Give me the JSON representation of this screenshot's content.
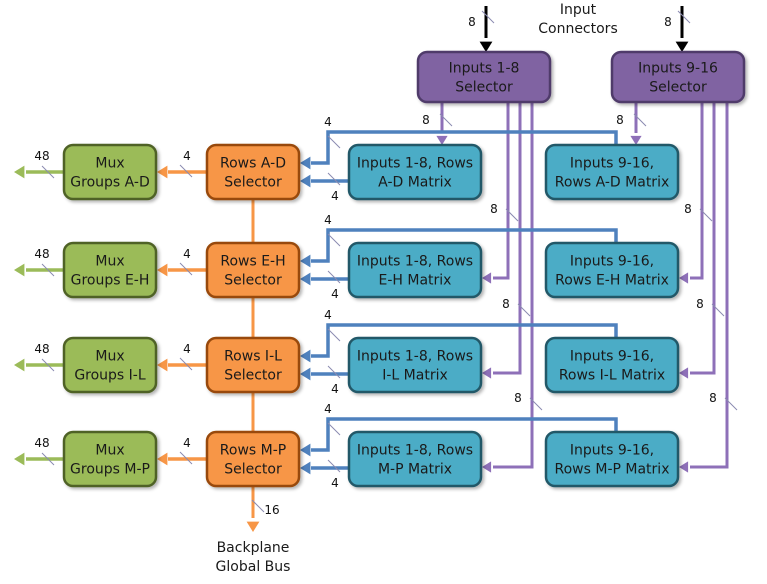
{
  "diagram": {
    "input_caption": [
      "Input",
      "Connectors"
    ],
    "output_caption": [
      "Backplane",
      "Global Bus"
    ],
    "colors": {
      "purple_fill": "#8064a2",
      "purple_stroke": "#4f3a6b",
      "purple_line": "#8e70b8",
      "blue_fill": "#4bacc6",
      "blue_stroke": "#215868",
      "blue_line": "#4f81bd",
      "orange_fill": "#f79646",
      "orange_stroke": "#984807",
      "green_fill": "#9bbb59",
      "green_stroke": "#4f6228",
      "black": "#000000"
    },
    "input_selectors": [
      {
        "id": "sel1",
        "lines": [
          "Inputs 1-8",
          "Selector"
        ],
        "input_width": "8",
        "output_width": "8"
      },
      {
        "id": "sel2",
        "lines": [
          "Inputs 9-16",
          "Selector"
        ],
        "input_width": "8",
        "output_width": "8"
      }
    ],
    "rows": [
      {
        "key": "A-D",
        "mux": [
          "Mux",
          "Groups A-D"
        ],
        "mux_width": "48",
        "selector": [
          "Rows A-D",
          "Selector"
        ],
        "sel_to_mux_width": "4",
        "matrix_a": [
          "Inputs 1-8, Rows",
          "A-D Matrix"
        ],
        "matrix_b": [
          "Inputs 9-16,",
          "Rows A-D Matrix"
        ],
        "top_bus_width": "4",
        "bottom_bus_width": "4",
        "purple_a_width": "8",
        "purple_b_width": "8"
      },
      {
        "key": "E-H",
        "mux": [
          "Mux",
          "Groups E-H"
        ],
        "mux_width": "48",
        "selector": [
          "Rows E-H",
          "Selector"
        ],
        "sel_to_mux_width": "4",
        "matrix_a": [
          "Inputs 1-8, Rows",
          "E-H Matrix"
        ],
        "matrix_b": [
          "Inputs 9-16,",
          "Rows E-H Matrix"
        ],
        "top_bus_width": "4",
        "bottom_bus_width": "4",
        "purple_a_width": "8",
        "purple_b_width": "8"
      },
      {
        "key": "I-L",
        "mux": [
          "Mux",
          "Groups I-L"
        ],
        "mux_width": "48",
        "selector": [
          "Rows I-L",
          "Selector"
        ],
        "sel_to_mux_width": "4",
        "matrix_a": [
          "Inputs 1-8, Rows",
          "I-L Matrix"
        ],
        "matrix_b": [
          "Inputs 9-16,",
          "Rows I-L Matrix"
        ],
        "top_bus_width": "4",
        "bottom_bus_width": "4",
        "purple_a_width": "8",
        "purple_b_width": "8"
      },
      {
        "key": "M-P",
        "mux": [
          "Mux",
          "Groups M-P"
        ],
        "mux_width": "48",
        "selector": [
          "Rows M-P",
          "Selector"
        ],
        "sel_to_mux_width": "4",
        "matrix_a": [
          "Inputs 1-8, Rows",
          "M-P Matrix"
        ],
        "matrix_b": [
          "Inputs 9-16,",
          "Rows M-P Matrix"
        ],
        "top_bus_width": "4",
        "bottom_bus_width": "4",
        "purple_a_width": "8",
        "purple_b_width": "8"
      }
    ],
    "backplane_width": "16"
  }
}
